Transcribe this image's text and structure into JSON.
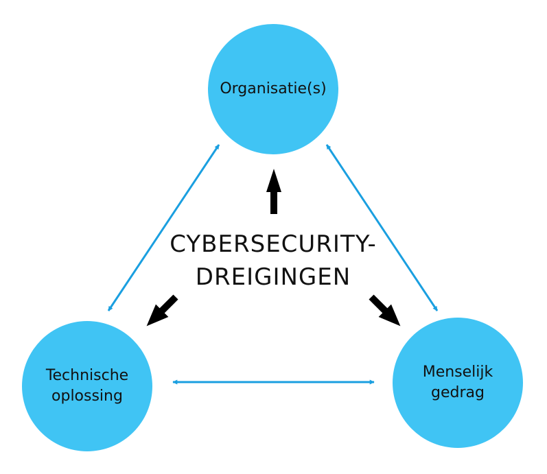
{
  "colors": {
    "node_fill": "#40c4f4",
    "connector": "#1a9fe0",
    "threat_arrow": "#000000",
    "text": "#111111"
  },
  "nodes": {
    "top": {
      "lines": [
        "Organisatie(s)"
      ]
    },
    "left": {
      "lines": [
        "Technische",
        "oplossing"
      ]
    },
    "right": {
      "lines": [
        "Menselijk",
        "gedrag"
      ]
    }
  },
  "center": {
    "lines": [
      "CYBERSECURITY-",
      "DREIGINGEN"
    ]
  },
  "connectors": [
    {
      "from": "top",
      "to": "left",
      "style": "bidirectional"
    },
    {
      "from": "top",
      "to": "right",
      "style": "bidirectional"
    },
    {
      "from": "left",
      "to": "right",
      "style": "bidirectional"
    }
  ],
  "threat_arrows": [
    {
      "from": "center",
      "to": "top"
    },
    {
      "from": "center",
      "to": "left"
    },
    {
      "from": "center",
      "to": "right"
    }
  ]
}
